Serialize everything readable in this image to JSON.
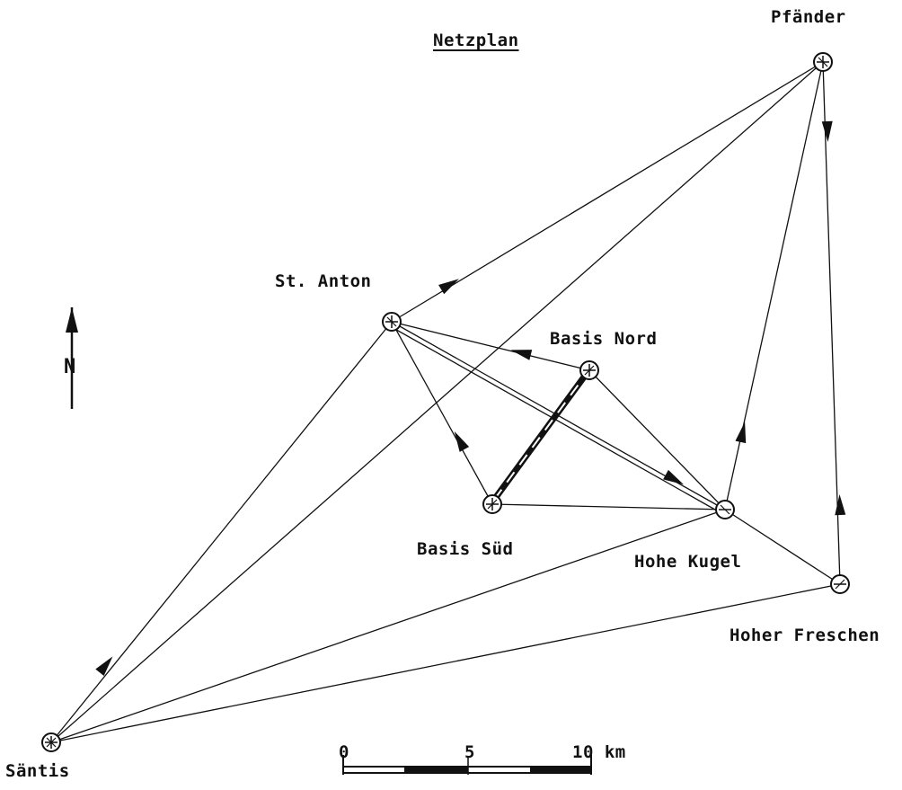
{
  "title": "Netzplan",
  "north_label": "N",
  "stations": {
    "pfaender": "Pfänder",
    "st_anton": "St. Anton",
    "basis_nord": "Basis Nord",
    "basis_sued": "Basis Süd",
    "hohe_kugel": "Hohe Kugel",
    "hoher_freschen": "Hoher Freschen",
    "saentis": "Säntis"
  },
  "scale_bar": {
    "tick_0": "0",
    "tick_5": "5",
    "tick_10": "10 km"
  },
  "colors": {
    "ink": "#111111",
    "paper": "#ffffff"
  }
}
